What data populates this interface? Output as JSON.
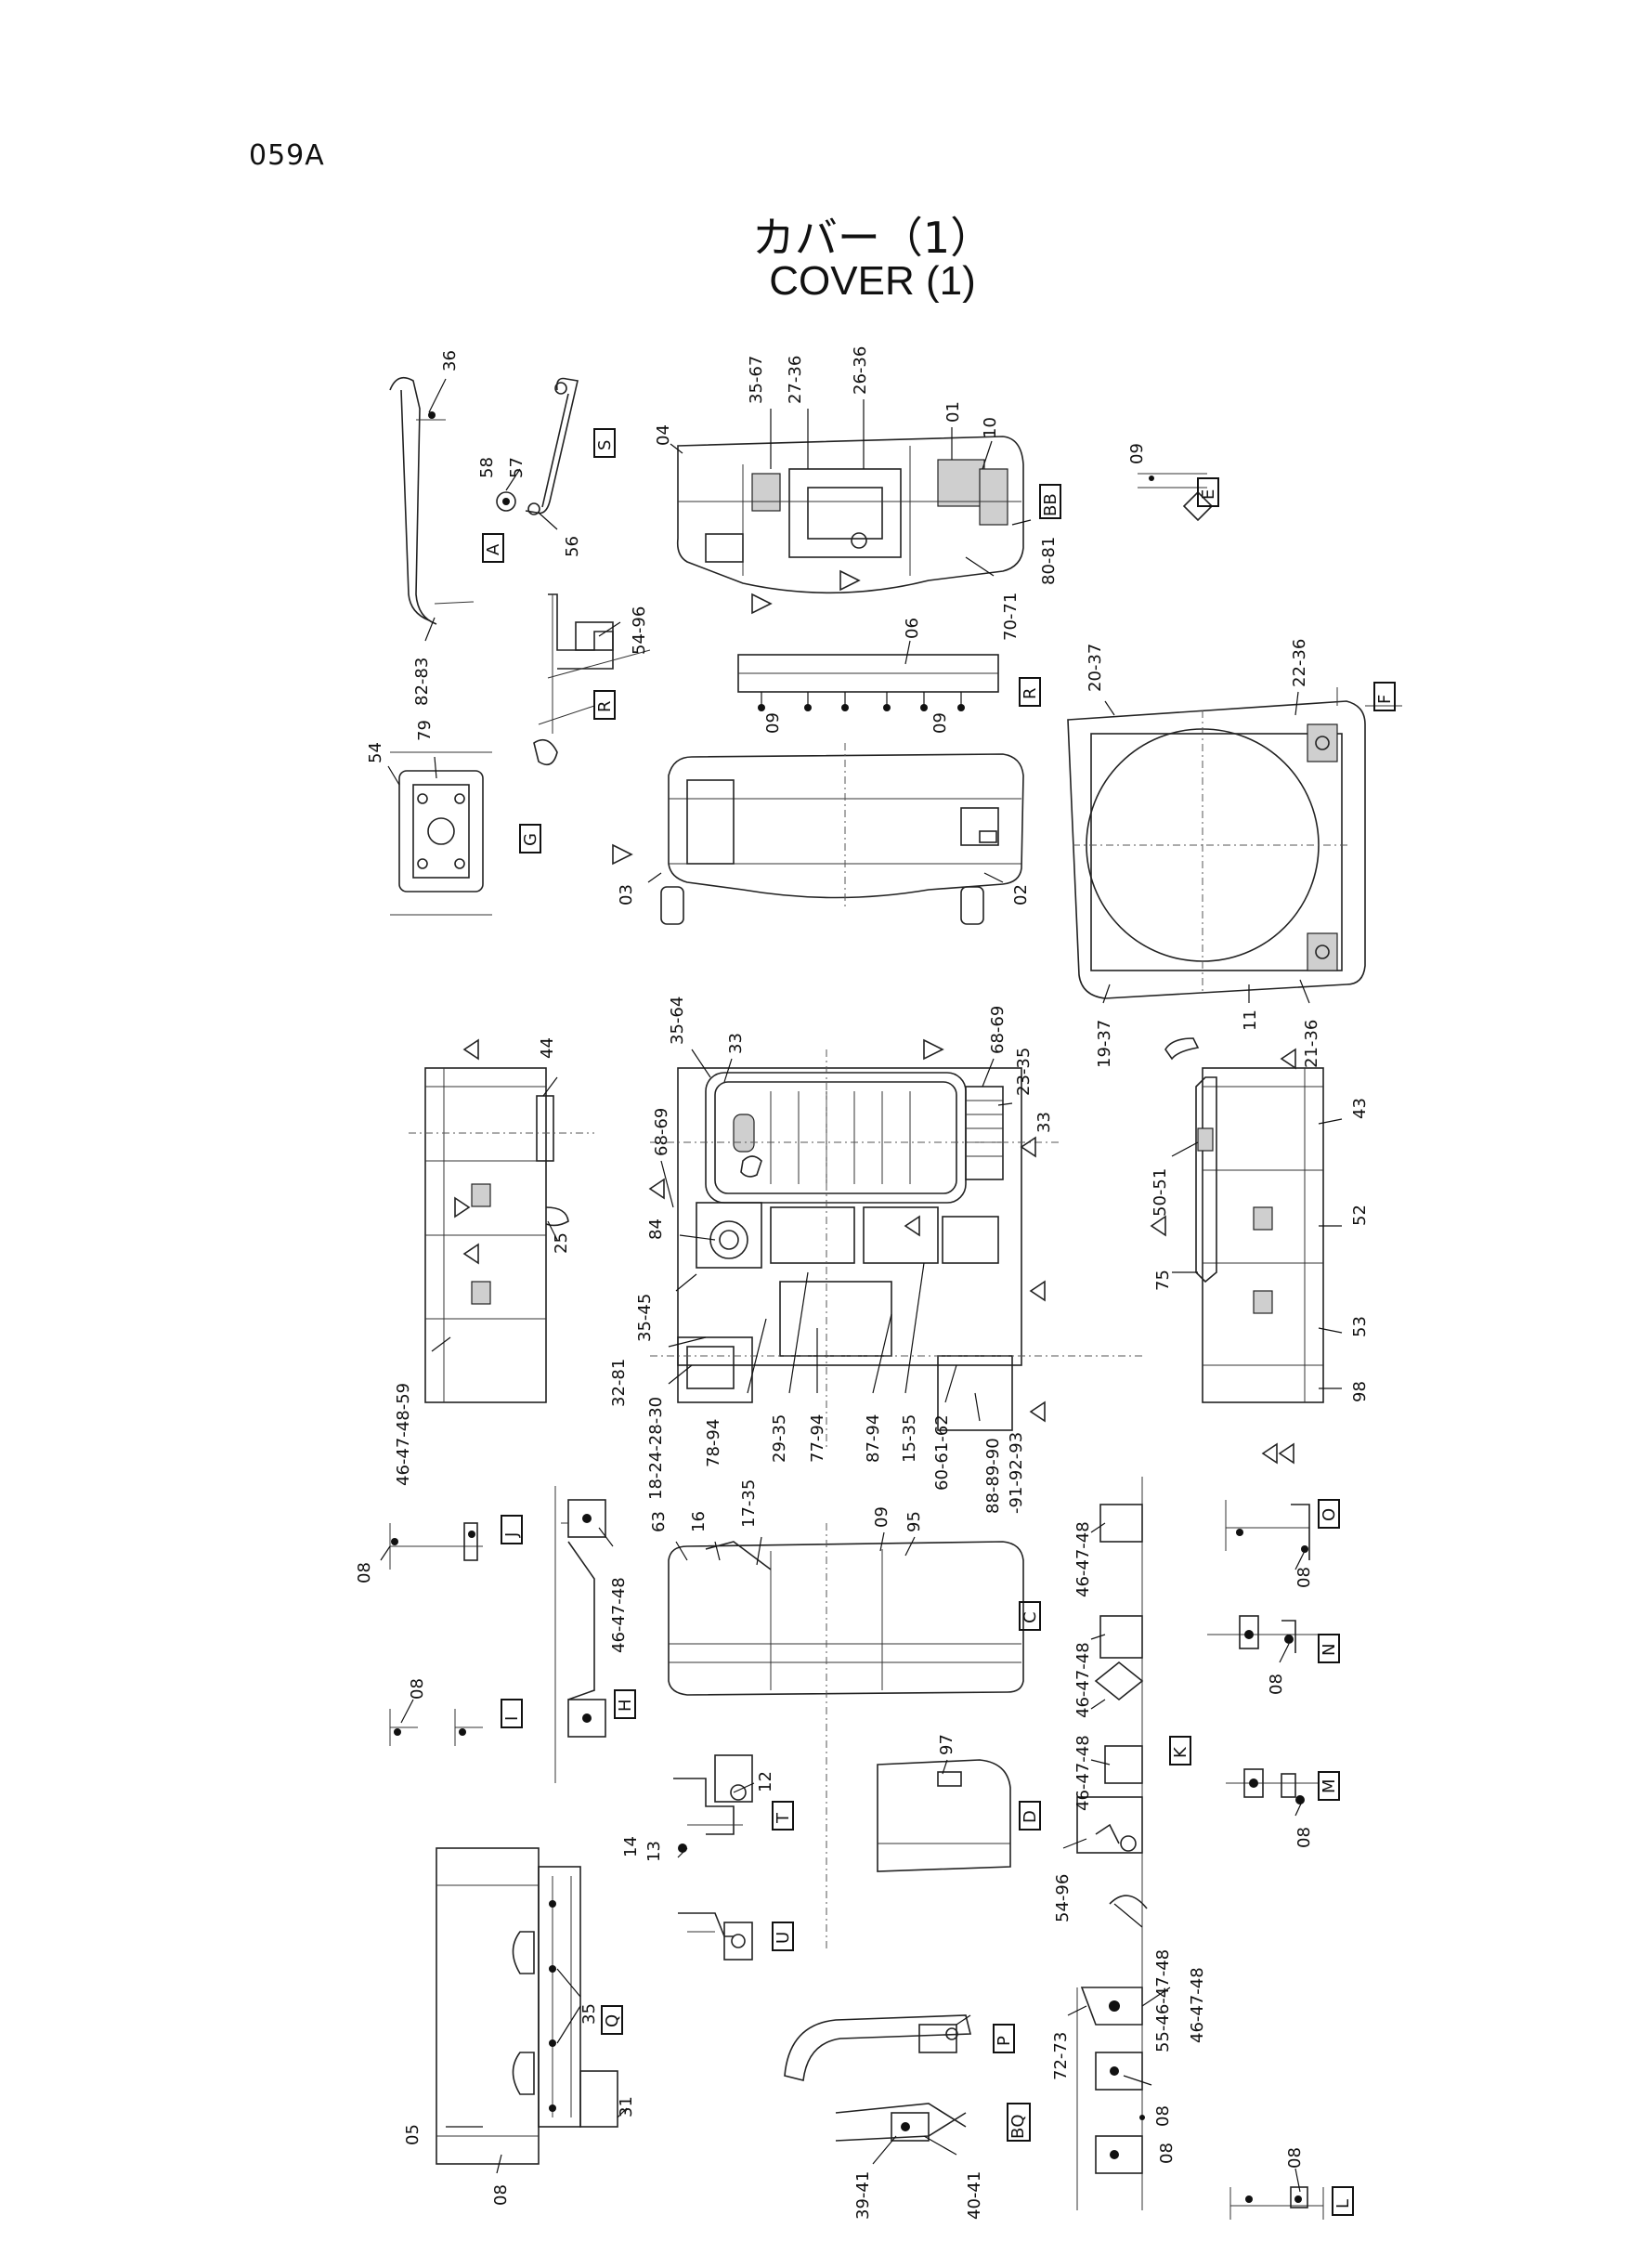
{
  "page_code": "059A",
  "title_ja": "カバー（1）",
  "title_en": "COVER (1)",
  "callouts": {
    "c36a": "36",
    "c58": "58",
    "c57": "57",
    "c56": "56",
    "c8283": "82-83",
    "c5496a": "54-96",
    "c54": "54",
    "c79": "79",
    "c04": "04",
    "c3567": "35-67",
    "c2736": "27-36",
    "c2636": "26-36",
    "c01": "01",
    "c10": "10",
    "c8081": "80-81",
    "c7071": "70-71",
    "c09a": "09",
    "c06": "06",
    "c09b": "09",
    "c09c": "09",
    "c03": "03",
    "c02": "02",
    "c2037": "20-37",
    "c2236": "22-36",
    "c11": "11",
    "c1937": "19-37",
    "c2136": "21-36",
    "c44": "44",
    "c25": "25",
    "c46474859": "46-47-48-59",
    "c3564": "35-64",
    "c33a": "33",
    "c6869a": "68-69",
    "c6869b": "68-69",
    "c2335": "23-35",
    "c33b": "33",
    "c84": "84",
    "c3545": "35-45",
    "c3281": "32-81",
    "c18242830": "18-24-28-30",
    "c7894": "78-94",
    "c2935": "29-35",
    "c7794": "77-94",
    "c8794": "87-94",
    "c1535": "15-35",
    "c606162": "60-61-62",
    "c8889": "88-89-90",
    "c919293": "-91-92-93",
    "c43": "43",
    "c5051": "50-51",
    "c52": "52",
    "c75": "75",
    "c53": "53",
    "c98": "98",
    "c08a": "08",
    "c464748a": "46-47-48",
    "c08b": "08",
    "c63": "63",
    "c16": "16",
    "c1735": "17-35",
    "c09d": "09",
    "c95": "95",
    "c464748b": "46-47-48",
    "c464748c": "46-47-48",
    "c464748d": "46-47-48",
    "c08c": "08",
    "c08d": "08",
    "c97": "97",
    "c12": "12",
    "c14": "14",
    "c13": "13",
    "c5496b": "54-96",
    "c5546": "55-46-47-48",
    "c464748e": "46-47-48",
    "c7273": "72-73",
    "c08e": "08",
    "c08f": "08",
    "c08g": "08",
    "c35": "35",
    "c05": "05",
    "c31": "31",
    "c08h": "08",
    "c3941": "39-41",
    "c4041": "40-41",
    "c08i": "08"
  },
  "view_labels": {
    "A": "A",
    "S": "S",
    "BB": "BB",
    "E": "E",
    "R1": "R",
    "R2": "R",
    "G": "G",
    "F": "F",
    "J": "J",
    "H": "H",
    "I": "I",
    "C": "C",
    "T": "T",
    "D": "D",
    "K": "K",
    "O": "O",
    "N": "N",
    "M": "M",
    "U": "U",
    "Q": "Q",
    "P": "P",
    "L": "L",
    "BQ": "BQ"
  }
}
